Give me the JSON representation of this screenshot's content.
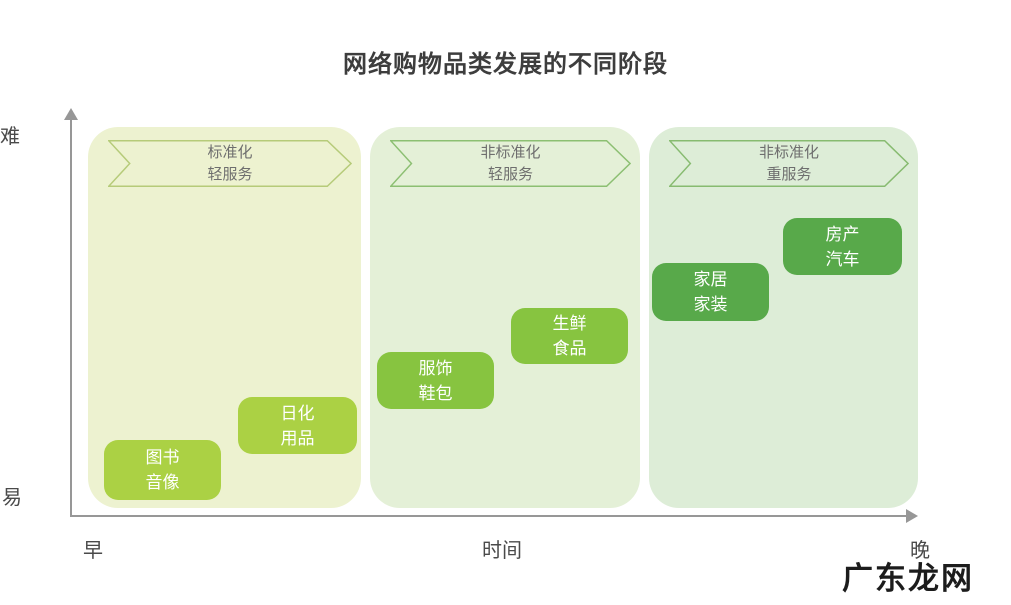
{
  "title": "网络购物品类发展的不同阶段",
  "axes": {
    "y_top_label": "难",
    "y_bottom_label": "易",
    "x_left_label": "早",
    "x_mid_label": "时间",
    "x_right_label": "晚"
  },
  "stages": [
    {
      "label_line1": "标准化",
      "label_line2": "轻服务",
      "bg": "#edf2d0",
      "border": "#b6cb79",
      "item_color": "#abd144",
      "items": [
        {
          "line1": "图书",
          "line2": "音像"
        },
        {
          "line1": "日化",
          "line2": "用品"
        }
      ]
    },
    {
      "label_line1": "非标准化",
      "label_line2": "轻服务",
      "bg": "#e4f0d7",
      "border": "#8cbf72",
      "item_color": "#87c440",
      "items": [
        {
          "line1": "服饰",
          "line2": "鞋包"
        },
        {
          "line1": "生鲜",
          "line2": "食品"
        }
      ]
    },
    {
      "label_line1": "非标准化",
      "label_line2": "重服务",
      "bg": "#ddedd7",
      "border": "#87bb70",
      "item_color": "#58a94a",
      "items": [
        {
          "line1": "家居",
          "line2": "家装"
        },
        {
          "line1": "房产",
          "line2": "汽车"
        }
      ]
    }
  ],
  "watermark": "广东龙网"
}
